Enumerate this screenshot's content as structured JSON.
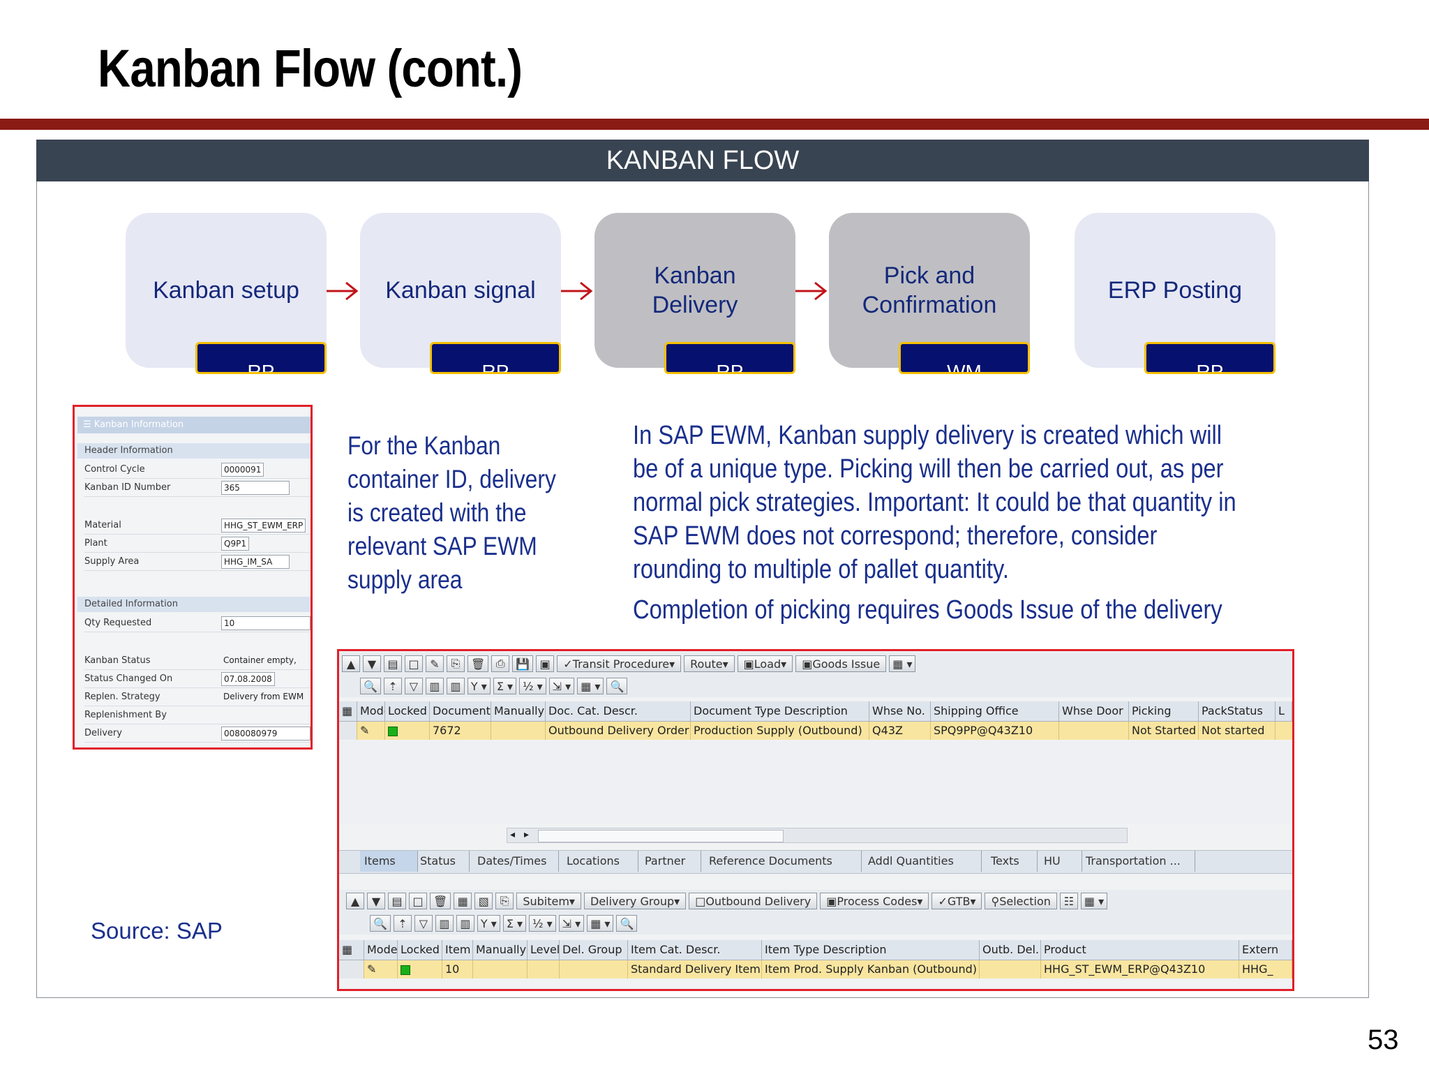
{
  "slide": {
    "title": "Kanban Flow (cont.)",
    "page_number": "53",
    "source": "Source: SAP"
  },
  "flow": {
    "header": "KANBAN FLOW",
    "steps": [
      {
        "label": "Kanban setup",
        "badge": "RP",
        "shade": "light"
      },
      {
        "label": "Kanban signal",
        "badge": "RP",
        "shade": "light"
      },
      {
        "label": "Kanban Delivery",
        "badge": "RP",
        "shade": "dark"
      },
      {
        "label": "Pick and Confirmation",
        "badge": "WM",
        "shade": "dark"
      },
      {
        "label": "ERP Posting",
        "badge": "RP",
        "shade": "light"
      }
    ]
  },
  "text_left": "For the Kanban container ID, delivery is created with the relevant SAP EWM supply area",
  "text_right": {
    "p1": "In SAP EWM, Kanban supply delivery is created which will be of a unique type. Picking will then be carried out, as per normal pick strategies. Important: It could be that quantity in SAP EWM does not correspond; therefore, consider rounding to multiple of pallet quantity.",
    "p2": "Completion of picking requires Goods Issue of the delivery"
  },
  "kanban_info": {
    "title": "Kanban Information",
    "header_section": "Header Information",
    "detail_section": "Detailed Information",
    "rows": [
      {
        "label": "Control Cycle",
        "value": "0000091"
      },
      {
        "label": "Kanban ID Number",
        "value": "365"
      },
      {
        "label": "Material",
        "value": "HHG_ST_EWM_ERP"
      },
      {
        "label": "Plant",
        "value": "Q9P1"
      },
      {
        "label": "Supply Area",
        "value": "HHG_IM_SA"
      },
      {
        "label": "Qty Requested",
        "value": "10"
      },
      {
        "label": "Kanban Status",
        "value": "Container empty, "
      },
      {
        "label": "Status Changed On",
        "value": "07.08.2008"
      },
      {
        "label": "Replen. Strategy",
        "value": "Delivery from EWM"
      },
      {
        "label": "Replenishment By",
        "value": ""
      },
      {
        "label": "Delivery",
        "value": "0080080979"
      }
    ]
  },
  "sap": {
    "toolbar1": {
      "transit": "Transit Procedure",
      "route": "Route",
      "load": "Load",
      "goods_issue": "Goods Issue"
    },
    "header_columns": [
      "Mode",
      "Locked",
      "Document",
      "Manually",
      "Doc. Cat. Descr.",
      "Document Type Description",
      "Whse No.",
      "Shipping Office",
      "Whse Door",
      "Picking",
      "PackStatus",
      "L"
    ],
    "header_row": [
      "",
      "",
      "7672",
      "",
      "Outbound Delivery Order",
      "Production Supply (Outbound)",
      "Q43Z",
      "SPQ9PP@Q43Z10",
      "",
      "Not Started",
      "Not started",
      ""
    ],
    "tabs": [
      "Items",
      "Status",
      "Dates/Times",
      "Locations",
      "Partner",
      "Reference Documents",
      "Addl Quantities",
      "Texts",
      "HU",
      "Transportation ..."
    ],
    "toolbar2": {
      "subitem": "Subitem",
      "delivery_group": "Delivery Group",
      "outbound_delivery": "Outbound Delivery",
      "process_codes": "Process Codes",
      "gtb": "GTB",
      "selection": "Selection"
    },
    "item_columns": [
      "Mode",
      "Locked",
      "Item",
      "Manually",
      "Level",
      "Del. Group",
      "Item Cat. Descr.",
      "Item Type Description",
      "Outb. Del.",
      "Product",
      "Extern"
    ],
    "item_row": [
      "",
      "",
      "10",
      "",
      "",
      "",
      "Standard Delivery Item",
      "Item Prod. Supply Kanban (Outbound)",
      "",
      "HHG_ST_EWM_ERP@Q43Z10",
      "HHG_"
    ]
  }
}
